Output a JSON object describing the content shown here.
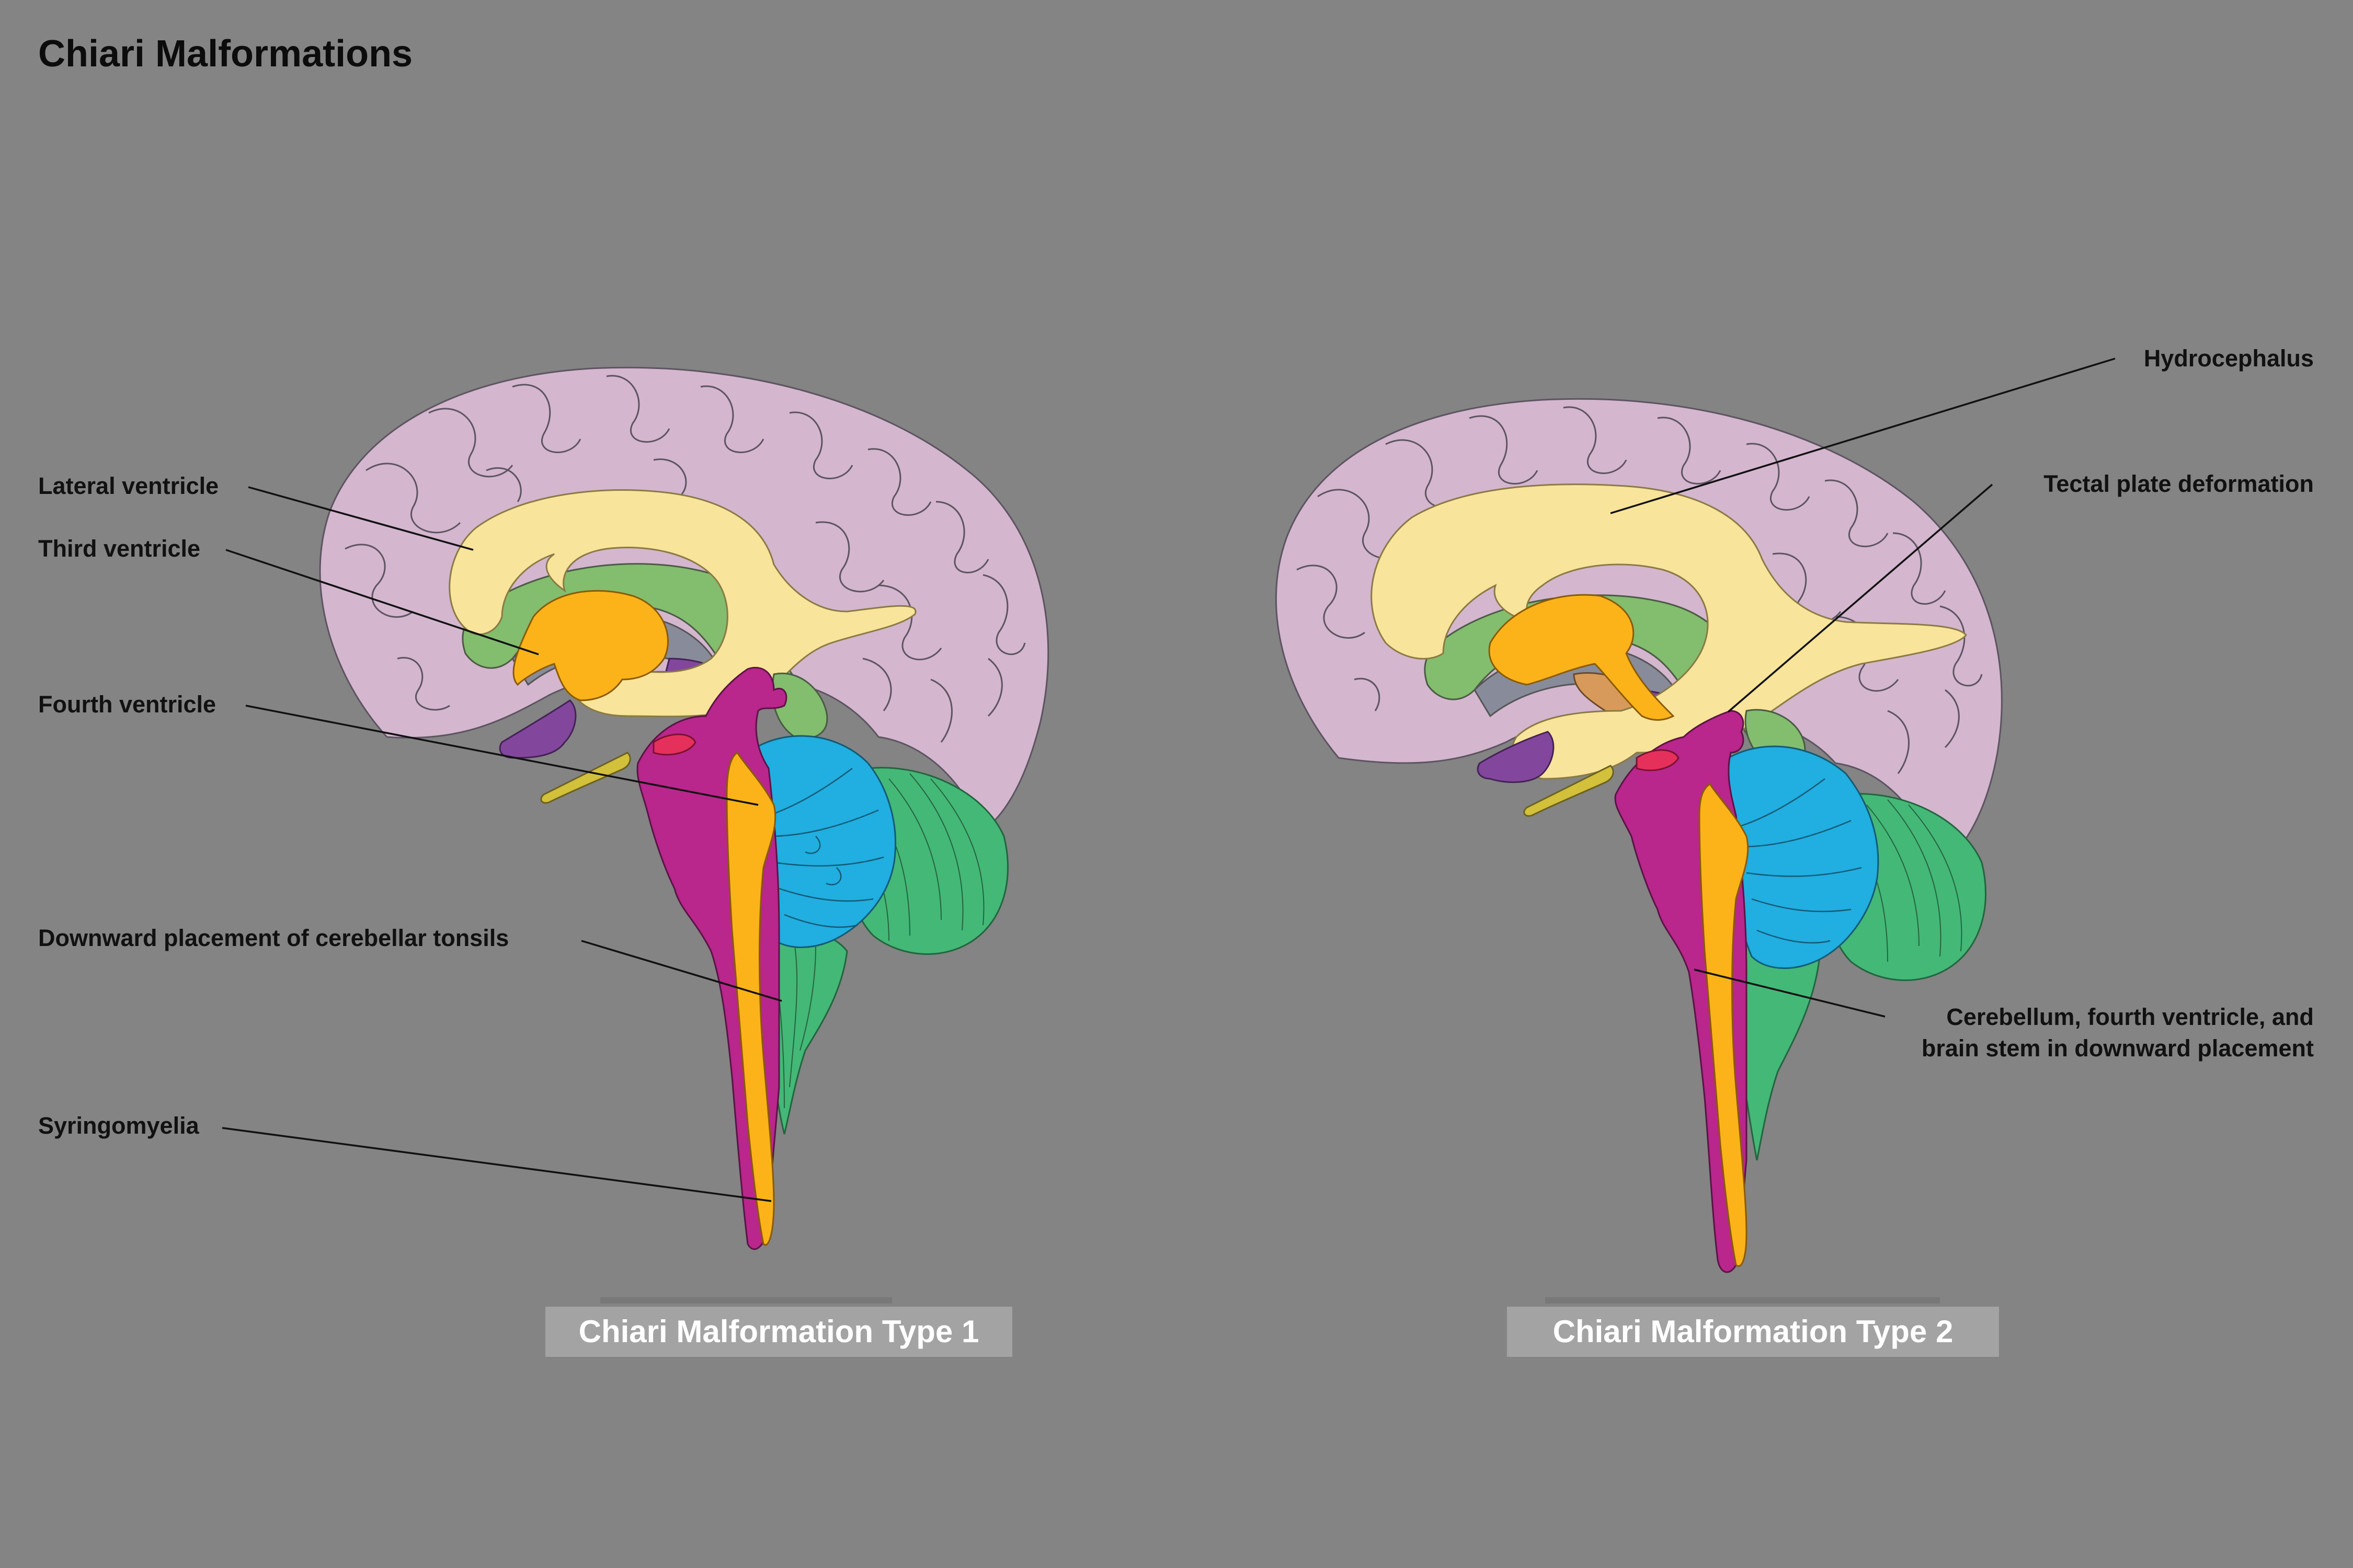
{
  "title": "Chiari Malformations",
  "panels": [
    {
      "caption": "Chiari Malformation Type 1",
      "labels": [
        "Lateral ventricle",
        "Third ventricle",
        "Fourth ventricle",
        "Downward placement of cerebellar tonsils",
        "Syringomyelia"
      ]
    },
    {
      "caption": "Chiari Malformation Type 2",
      "labels": [
        "Hydrocephalus",
        "Tectal plate deformation",
        "Cerebellum, fourth ventricle, and",
        "brain stem in downward placement"
      ]
    }
  ],
  "colors": {
    "background": "#838483",
    "cerebrum": "#d4b6cf",
    "ventricle": "#f8e49a",
    "third_ventricle": "#fbb319",
    "brainstem": "#b9268c",
    "cerebellum_blue": "#21aee0",
    "cerebellum_green": "#44b877",
    "corpus_green": "#83bd6e",
    "purple": "#82479c",
    "yellow": "#d3c03b",
    "red": "#e6305c",
    "tan": "#d89a5a"
  }
}
